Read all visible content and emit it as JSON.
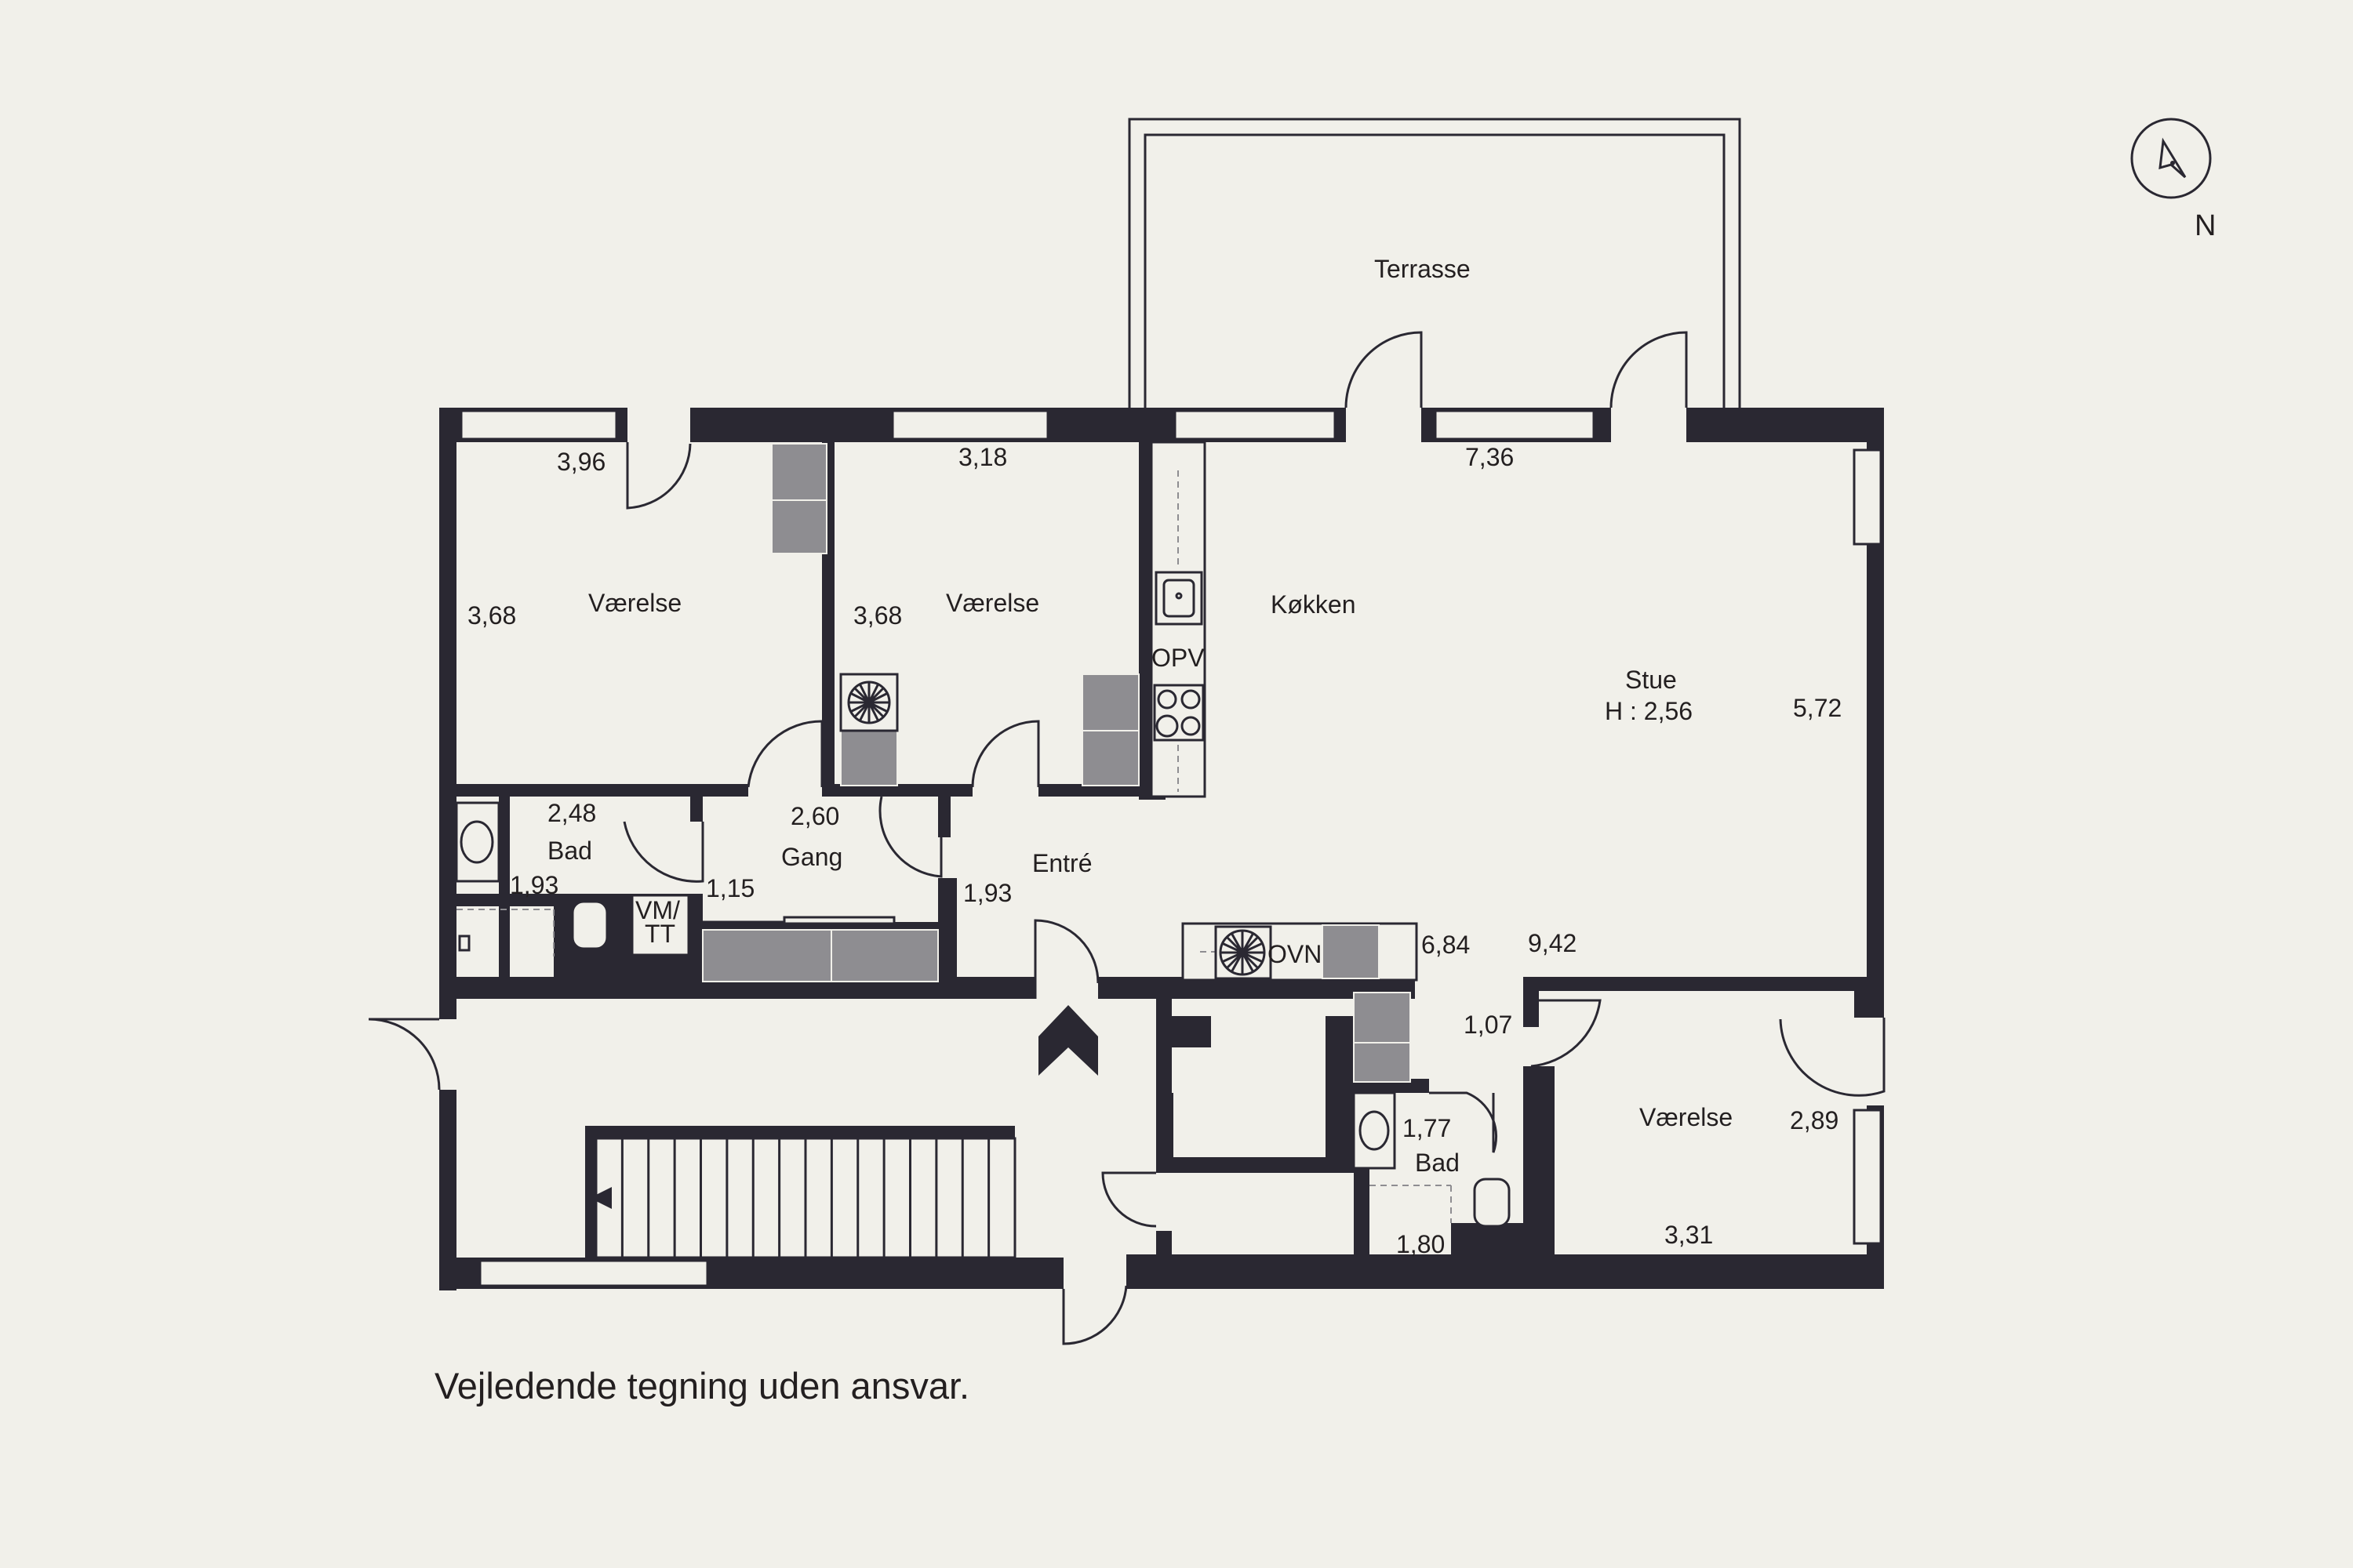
{
  "rooms": {
    "terrasse": "Terrasse",
    "vaerelse_1": "Værelse",
    "vaerelse_2": "Værelse",
    "koekken": "Køkken",
    "stue": "Stue",
    "stue_height": "H : 2,56",
    "bad_1": "Bad",
    "gang": "Gang",
    "entre": "Entré",
    "vaerelse_3": "Værelse",
    "bad_2": "Bad"
  },
  "fixtures": {
    "opv": "OPV",
    "ovn": "OVN",
    "vm_tt_line1": "VM/",
    "vm_tt_line2": "TT"
  },
  "dimensions": {
    "v1_top": "3,96",
    "v1_left": "3,68",
    "v2_top": "3,18",
    "v2_left": "3,68",
    "stue_top": "7,36",
    "stue_right": "5,72",
    "bad1_top": "2,48",
    "bad1_side": "1,93",
    "gang_top": "2,60",
    "gang_side": "1,15",
    "entre_side": "1,93",
    "entre_bottom": "6,84",
    "stue_bottom": "9,42",
    "hall_small": "1,07",
    "bad2_top": "1,77",
    "bad2_bottom": "1,80",
    "v3_right": "2,89",
    "v3_bottom": "3,31"
  },
  "compass": {
    "label": "N"
  },
  "caption": "Vejledende tegning uden ansvar."
}
